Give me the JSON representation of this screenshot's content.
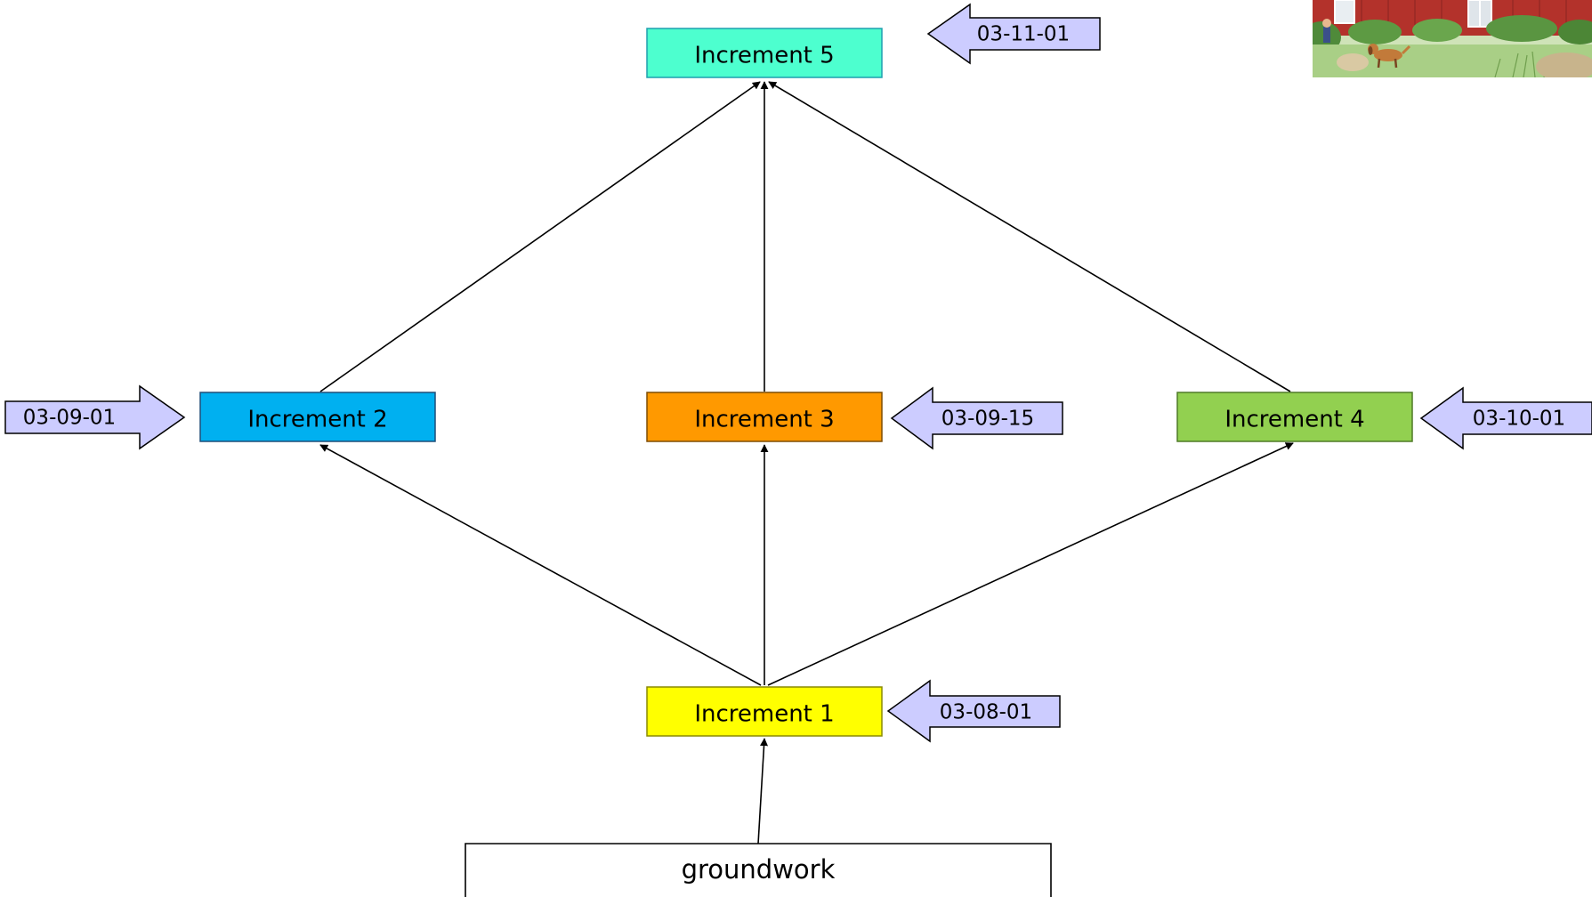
{
  "diagram": {
    "colors": {
      "increment_1": "#FFFF00",
      "increment_2": "#00B0F0",
      "increment_3": "#FF9900",
      "increment_4": "#92D050",
      "increment_5": "#4DFFCF",
      "date_arrow_fill": "#CCCCFF",
      "line": "#000000"
    },
    "boxes": {
      "increment_1": "Increment 1",
      "increment_2": "Increment 2",
      "increment_3": "Increment 3",
      "increment_4": "Increment 4",
      "increment_5": "Increment 5",
      "groundwork": "groundwork"
    },
    "dates": {
      "increment_1": "03-08-01",
      "increment_2": "03-09-01",
      "increment_3": "03-09-15",
      "increment_4": "03-10-01",
      "increment_5": "03-11-01"
    },
    "picture": {
      "icon": "farmhouse-dog-illustration"
    }
  }
}
